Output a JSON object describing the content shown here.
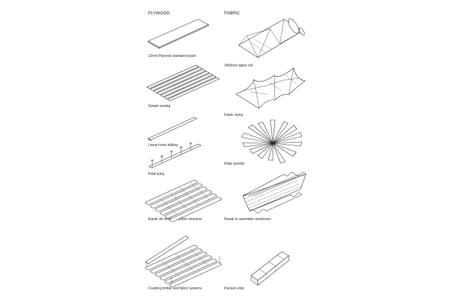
{
  "columns": {
    "plywood": {
      "title": "PLYWOOD",
      "steps": [
        "12mm Plywood standard board",
        "Simple sawing",
        "Linear holes drilling",
        "Petal tying",
        "Elastic de-stressed timber structure",
        "Coupling timber and fabric systems"
      ]
    },
    "fabric": {
      "title": "FABRIC",
      "steps": [
        "2500mm fabric roll",
        "Fabric dying",
        "Edge glueing",
        "Ready to assemble membrane",
        "Packed unity"
      ]
    }
  }
}
